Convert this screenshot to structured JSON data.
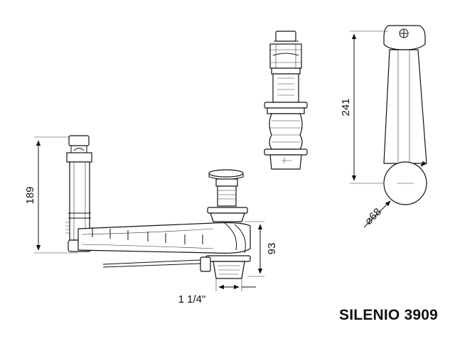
{
  "dimensions": {
    "height_left": "189",
    "height_right": "93",
    "connection": "1 1/4\"",
    "length": "241",
    "diameter": "⌀68"
  },
  "product_name": "SILENIO 3909",
  "colors": {
    "line": "#111111",
    "background": "#ffffff"
  }
}
